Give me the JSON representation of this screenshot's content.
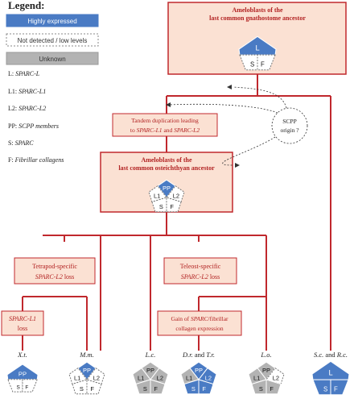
{
  "legend": {
    "title": "Legend:",
    "swatches": [
      {
        "label": "Highly expressed",
        "fill": "#4a7bc4",
        "text_color": "#ffffff"
      },
      {
        "label": "Not detected / low levels",
        "fill": "#ffffff",
        "text_color": "#333333"
      },
      {
        "label": "Unknown",
        "fill": "#b3b3b3",
        "text_color": "#333333"
      }
    ],
    "abbreviations": [
      {
        "code": "L:",
        "name": "SPARC-L"
      },
      {
        "code": "L1:",
        "name": "SPARC-L1"
      },
      {
        "code": "L2:",
        "name": "SPARC-L2"
      },
      {
        "code": "PP:",
        "name": "SCPP members"
      },
      {
        "code": "S:",
        "name": "SPARC"
      },
      {
        "code": "F:",
        "name": "Fibrillar collagens"
      }
    ]
  },
  "colors": {
    "line": "#c0282d",
    "box_fill": "#fbe1d3",
    "box_stroke": "#c0282d",
    "blue": "#4a7bc4",
    "gray": "#b3b3b3"
  },
  "nodes": {
    "gnathostome": {
      "line1": "Ameloblasts of the",
      "line2": "last common gnathostome ancestor"
    },
    "tandem": {
      "line1": "Tandem duplication leading",
      "line2a": "to ",
      "line2b": "SPARC-L1",
      "line2c": " and ",
      "line2d": "SPARC-L2"
    },
    "osteichthyan": {
      "line1": "Ameloblasts of the",
      "line2": "last common osteichthyan ancestor"
    },
    "tetrapod": {
      "line1": "Tetrapod-specific",
      "line2": "SPARC-L2 loss",
      "line2_gene": "SPARC-L2",
      "line2_rest": " loss"
    },
    "teleost": {
      "line1": "Teleost-specific",
      "line2_gene": "SPARC-L2",
      "line2_rest": " loss"
    },
    "l1loss": {
      "line1": "SPARC-L1",
      "line2": "loss"
    },
    "gain": {
      "line1a": "Gain of ",
      "line1b": "SPARC",
      "line1c": "/fibrillar",
      "line2": "collagen expression"
    },
    "scpp": {
      "line1": "SCPP",
      "line2": "origin ?"
    }
  },
  "taxa": [
    {
      "label": "X.t."
    },
    {
      "label": "M.m."
    },
    {
      "label": "L.c."
    },
    {
      "label": "D.r. and T.r.",
      "a": "D.r.",
      "mid": " and ",
      "b": "T.r."
    },
    {
      "label": "L.o."
    },
    {
      "label": "S.c. and R.c.",
      "a": "S.c.",
      "mid": " and ",
      "b": "R.c."
    }
  ],
  "glyph_labels": {
    "L": "L",
    "L1": "L1",
    "L2": "L2",
    "PP": "PP",
    "S": "S",
    "F": "F"
  }
}
